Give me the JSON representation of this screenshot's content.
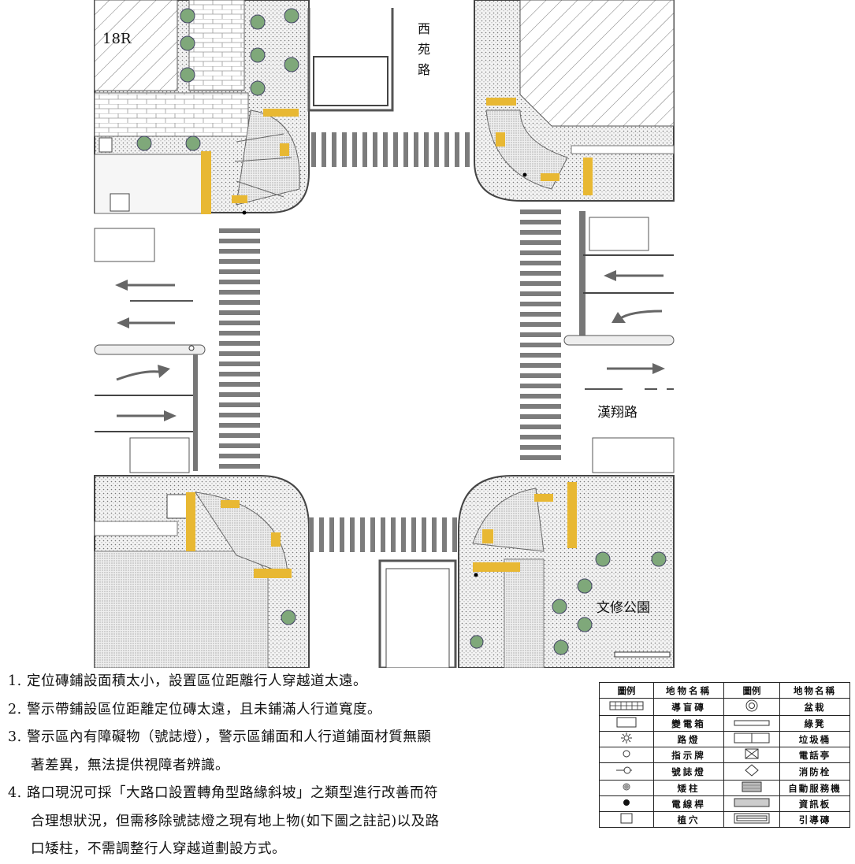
{
  "map": {
    "building_label": "18R",
    "road_north": "西苑路",
    "road_east": "漢翔路",
    "park_label": "文修公園"
  },
  "notes": [
    {
      "num": "1.",
      "lines": [
        "定位磚鋪設面積太小，設置區位距離行人穿越道太遠。"
      ]
    },
    {
      "num": "2.",
      "lines": [
        "警示帶鋪設區位距離定位磚太遠，且未鋪滿人行道寬度。"
      ]
    },
    {
      "num": "3.",
      "lines": [
        "警示區內有障礙物（號誌燈），警示區鋪面和人行道鋪面材質無顯",
        "著差異，無法提供視障者辨識。"
      ]
    },
    {
      "num": "4.",
      "lines": [
        "路口現況可採「大路口設置轉角型路緣斜坡」之類型進行改善而符",
        "合理想狀況，但需移除號誌燈之現有地上物(如下圖之註記)以及路",
        "口矮柱，不需調整行人穿越道劃設方式。"
      ]
    }
  ],
  "legend": {
    "headers": [
      "圖例",
      "地物名稱",
      "圖例",
      "地物名稱"
    ],
    "rows": [
      {
        "left_icon": "tactile-paving",
        "left_name": "導盲磚",
        "right_icon": "planter",
        "right_name": "盆栽"
      },
      {
        "left_icon": "transformer-box",
        "left_name": "變電箱",
        "right_icon": "bench",
        "right_name": "綠凳"
      },
      {
        "left_icon": "street-light",
        "left_name": "路燈",
        "right_icon": "trash-can",
        "right_name": "垃圾桶"
      },
      {
        "left_icon": "sign-post",
        "left_name": "指示牌",
        "right_icon": "phone-booth",
        "right_name": "電話亭"
      },
      {
        "left_icon": "traffic-signal",
        "left_name": "號誌燈",
        "right_icon": "fire-hydrant",
        "right_name": "消防栓"
      },
      {
        "left_icon": "bollard",
        "left_name": "矮柱",
        "right_icon": "vending-machine",
        "right_name": "自動服務機"
      },
      {
        "left_icon": "utility-pole",
        "left_name": "電線桿",
        "right_icon": "info-board",
        "right_name": "資訊板"
      },
      {
        "left_icon": "tree-pit",
        "left_name": "植穴",
        "right_icon": "guide-tile",
        "right_name": "引導磚"
      }
    ]
  },
  "colors": {
    "warning_yellow": "#e8b833",
    "tree_green": "#7fa87a",
    "road": "#ffffff",
    "crosswalk": "#7c7c7c",
    "outline": "#333333"
  }
}
